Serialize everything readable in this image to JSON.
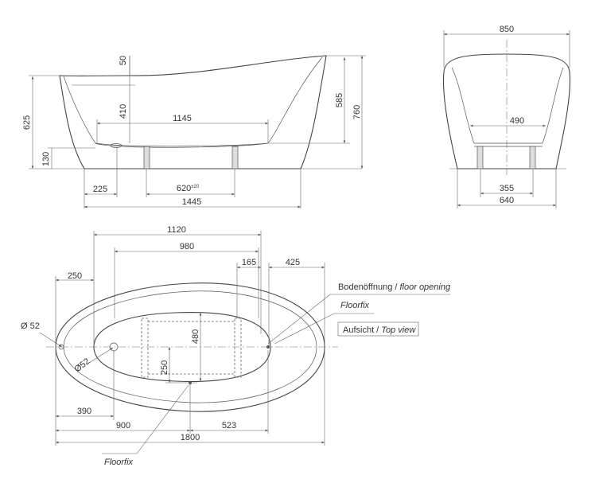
{
  "side_view": {
    "dim_50": "50",
    "dim_410": "410",
    "dim_625": "625",
    "dim_130": "130",
    "dim_1145": "1145",
    "dim_585": "585",
    "dim_760": "760",
    "dim_225": "225",
    "dim_620": "620",
    "dim_620_tol": "±20",
    "dim_1445": "1445"
  },
  "end_view": {
    "dim_850": "850",
    "dim_490": "490",
    "dim_355": "355",
    "dim_640": "640"
  },
  "top_view": {
    "dim_1120": "1120",
    "dim_980": "980",
    "dim_165": "165",
    "dim_425": "425",
    "dim_250_left": "250",
    "dim_d52_outer": "Ø 52",
    "dim_d52_inner": "Ø52",
    "dim_480": "480",
    "dim_250_inner": "250",
    "dim_390": "390",
    "dim_900": "900",
    "dim_523": "523",
    "dim_1800": "1800"
  },
  "labels": {
    "floor_opening_de": "Bodenöffnung / ",
    "floor_opening_en": "floor opening",
    "floorfix_right": "Floorfix",
    "top_view_de": "Aufsicht / ",
    "top_view_en": "Top view",
    "floorfix_bottom": "Floorfix"
  }
}
